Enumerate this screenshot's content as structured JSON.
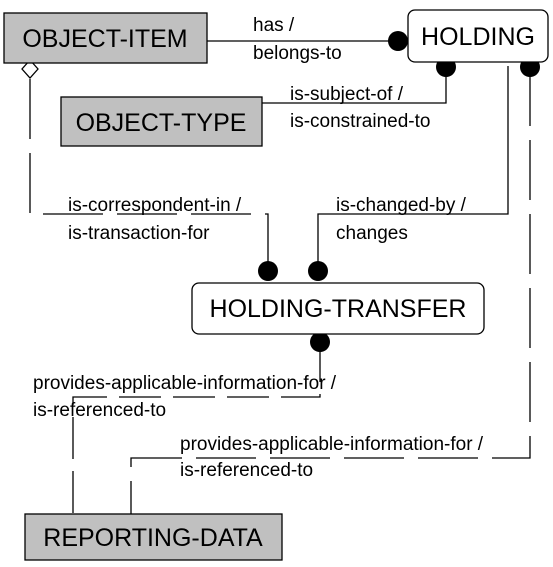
{
  "colors": {
    "independent_fill": "#ffffff",
    "dependent_fill": "#c0c0c0",
    "stroke": "#000000"
  },
  "entities": {
    "object_item": "OBJECT-ITEM",
    "holding": "HOLDING",
    "object_type": "OBJECT-TYPE",
    "holding_transfer": "HOLDING-TRANSFER",
    "reporting_data": "REPORTING-DATA"
  },
  "relationships": {
    "has": {
      "line1": "has /",
      "line2": "belongs-to"
    },
    "is_subject_of": {
      "line1": "is-subject-of /",
      "line2": "is-constrained-to"
    },
    "is_correspondent_in": {
      "line1": "is-correspondent-in /",
      "line2": "is-transaction-for"
    },
    "is_changed_by": {
      "line1": "is-changed-by /",
      "line2": "changes"
    },
    "provides_info_transfer": {
      "line1": "provides-applicable-information-for /",
      "line2": "is-referenced-to"
    },
    "provides_info_holding": {
      "line1": "provides-applicable-information-for /",
      "line2": "is-referenced-to"
    }
  }
}
